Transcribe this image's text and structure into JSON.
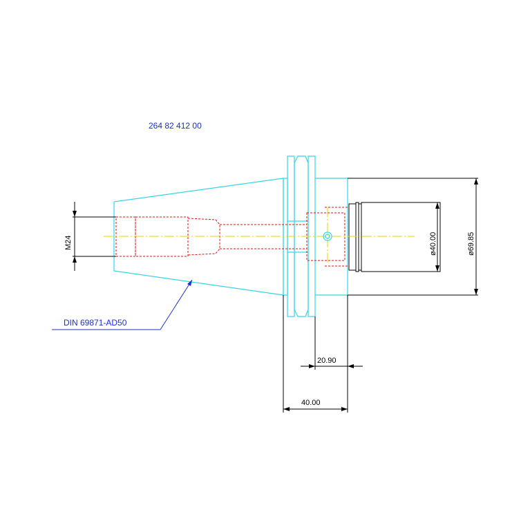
{
  "part_number": "264 82 412 00",
  "standard_label": "DIN 69871-AD50",
  "dimensions": {
    "thread": "M24",
    "bore_diameter": "ø40.00",
    "outer_diameter": "ø69.85",
    "flange_offset": "20.90",
    "flange_length": "40.00"
  },
  "colors": {
    "outline": "#33d6e6",
    "hidden": "#e01010",
    "centerline": "#e6d400",
    "annotation": "#1a2fd0",
    "dimension": "#000000"
  }
}
